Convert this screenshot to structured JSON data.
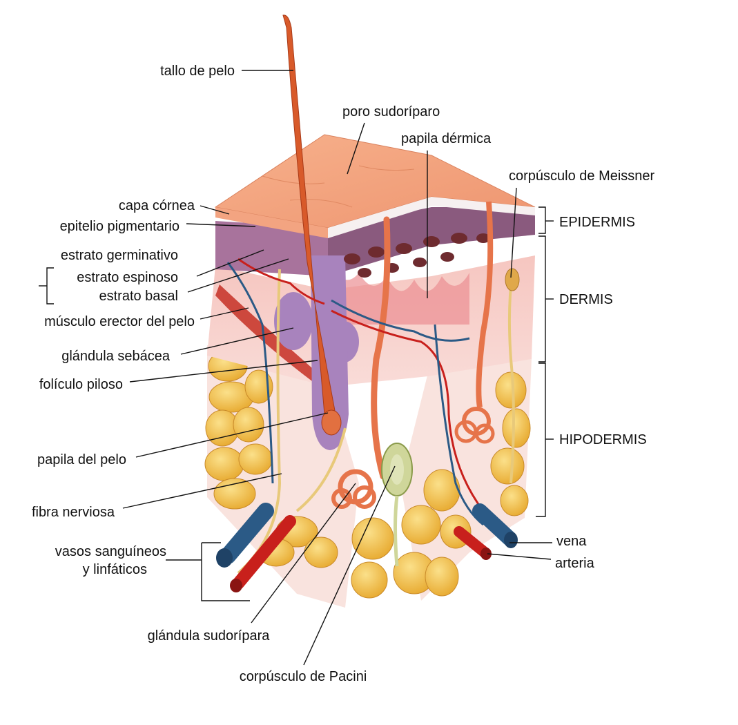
{
  "labels": {
    "hair_shaft": "tallo de pelo",
    "sweat_pore": "poro sudoríparo",
    "dermal_papilla": "papila dérmica",
    "meissner_corpuscle": "corpúsculo de Meissner",
    "stratum_corneum": "capa córnea",
    "pigment_epithelium": "epitelio pigmentario",
    "stratum_germinativum": "estrato germinativo",
    "stratum_spinosum": "estrato espinoso",
    "stratum_basale": "estrato basal",
    "arrector_pili": "músculo erector del pelo",
    "sebaceous_gland": "glándula sebácea",
    "hair_follicle": "folículo piloso",
    "hair_papilla": "papila del pelo",
    "nerve_fiber": "fibra nerviosa",
    "vessels_line1": "vasos sanguíneos",
    "vessels_line2": "y linfáticos",
    "sweat_gland": "glándula sudorípara",
    "pacinian_corpuscle": "corpúsculo de Pacini",
    "vein": "vena",
    "artery": "arteria"
  },
  "layers": {
    "epidermis": "EPIDERMIS",
    "dermis": "DERMIS",
    "hypodermis": "HIPODERMIS"
  },
  "colors": {
    "skin_surface": "#f2a27e",
    "epidermis": "#a8739c",
    "dermis": "#f4c2bd",
    "fat": "#f1c24c",
    "hair": "#d85a2a",
    "vein": "#2b5a86",
    "artery": "#c8201c",
    "nerve": "#e8c97a"
  }
}
